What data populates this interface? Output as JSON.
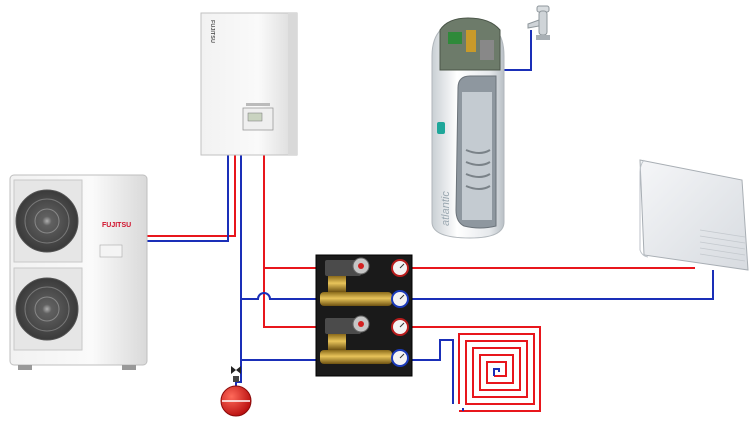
{
  "outdoor_unit": {
    "brand": "FUJITSU"
  },
  "indoor_unit": {
    "brand": "FUJITSU"
  },
  "water_heater": {
    "brand": "atlantic"
  },
  "colors": {
    "flow_pipe": "#e8161c",
    "return_pipe": "#1a2fb8",
    "expansion_vessel": "#e01818"
  }
}
